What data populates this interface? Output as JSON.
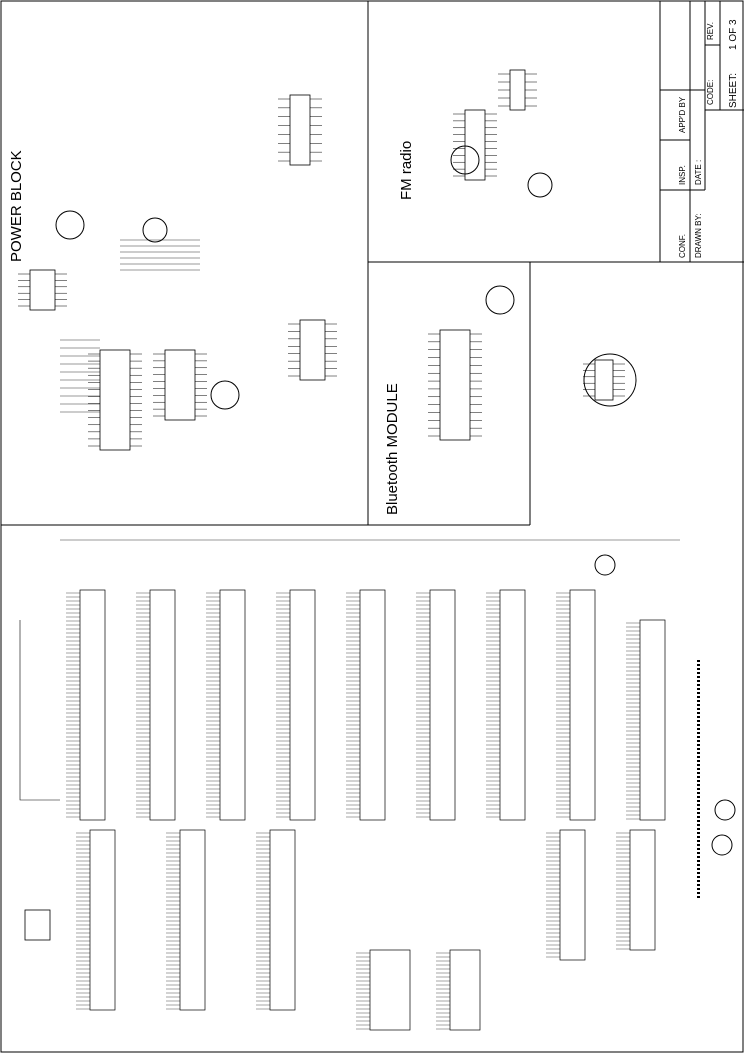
{
  "sections": {
    "power": "POWER BLOCK",
    "bluetooth": "Bluetooth MODULE",
    "fm": "FM radio"
  },
  "title_block": {
    "conf": "CONF.",
    "insp": "INSP.",
    "appd": "APP'D BY",
    "drawn_by": "DRAWN BY:",
    "date": "DATE :",
    "code": "CODE:",
    "rev": "REV.",
    "sheet_label": "SHEET:",
    "sheet_value": "1  OF  3"
  }
}
